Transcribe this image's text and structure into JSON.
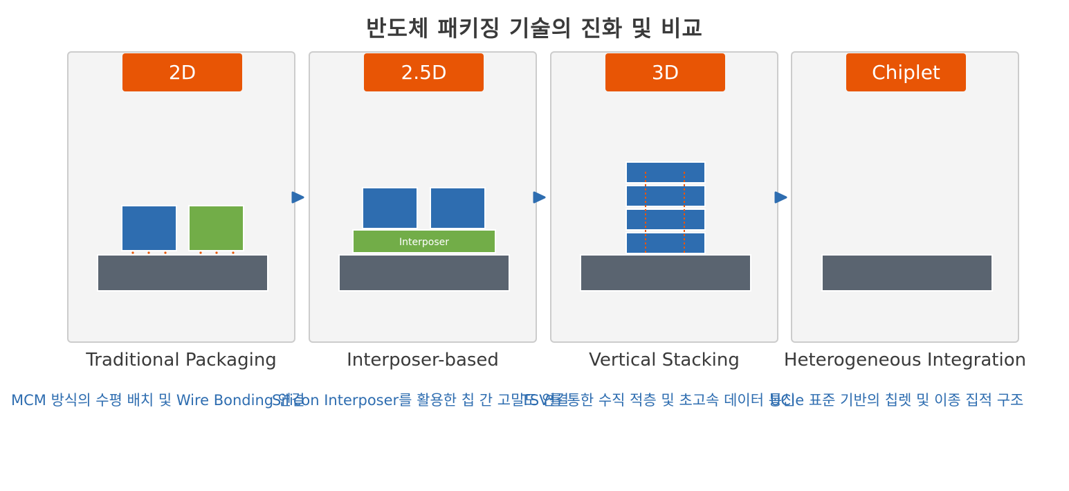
{
  "title": "반도체 패키징 기술의 진화 및 비교",
  "colors": {
    "badge": "#e85505",
    "substrate": "#5a6470",
    "chip_blue": "#2e6db0",
    "chip_green": "#72ad48",
    "connection": "#e85505",
    "description": "#2e6db0",
    "panel_bg": "#f4f4f4"
  },
  "stages": [
    {
      "label": "2D",
      "subtitle": "Traditional Packaging",
      "description": "MCM 방식의 수평 배치 및 Wire Bonding 연결"
    },
    {
      "label": "2.5D",
      "subtitle": "Interposer-based",
      "interposer_label": "Interposer",
      "description": "Silicon Interposer를 활용한 칩 간 고밀도 연결"
    },
    {
      "label": "3D",
      "subtitle": "Vertical Stacking",
      "description": "TSV를 통한 수직 적층 및 초고속 데이터 통신"
    },
    {
      "label": "Chiplet",
      "subtitle": "Heterogeneous Integration",
      "description": "UCIe 표준 기반의 칩렛 및 이종 집적 구조"
    }
  ]
}
